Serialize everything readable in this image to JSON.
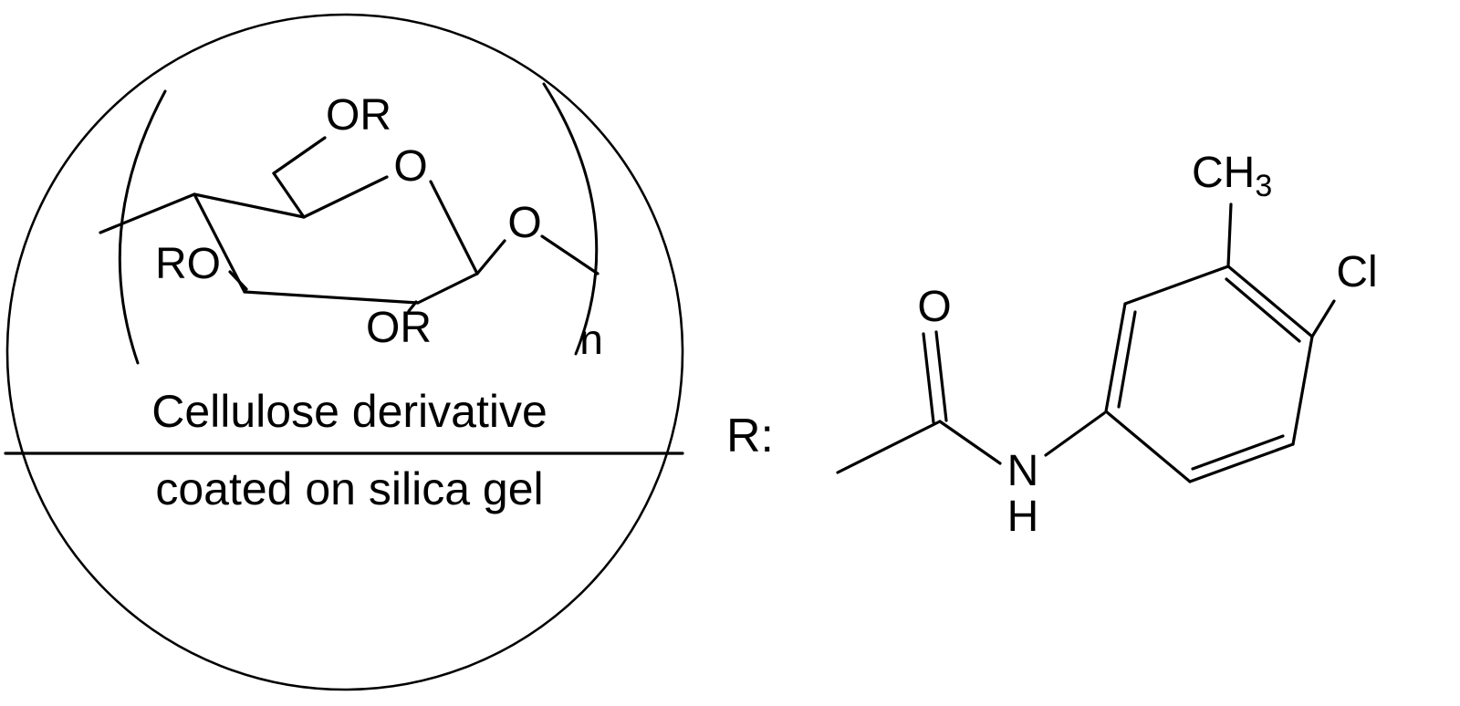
{
  "colors": {
    "ink": "#000000",
    "background": "#ffffff"
  },
  "cellulose_unit": {
    "substituent_top": "OR",
    "ring_oxygen": "O",
    "glycosidic_oxygen": "O",
    "substituent_left": "RO",
    "substituent_bottom": "OR",
    "repeat_index": "n",
    "caption_line1": "Cellulose derivative",
    "caption_line2": "coated on silica gel"
  },
  "r_group": {
    "label": "R:",
    "carbonyl_oxygen": "O",
    "nitrogen": "N",
    "nh_hydrogen": "H",
    "methyl_main": "CH",
    "methyl_subscript": "3",
    "chlorine": "Cl"
  }
}
